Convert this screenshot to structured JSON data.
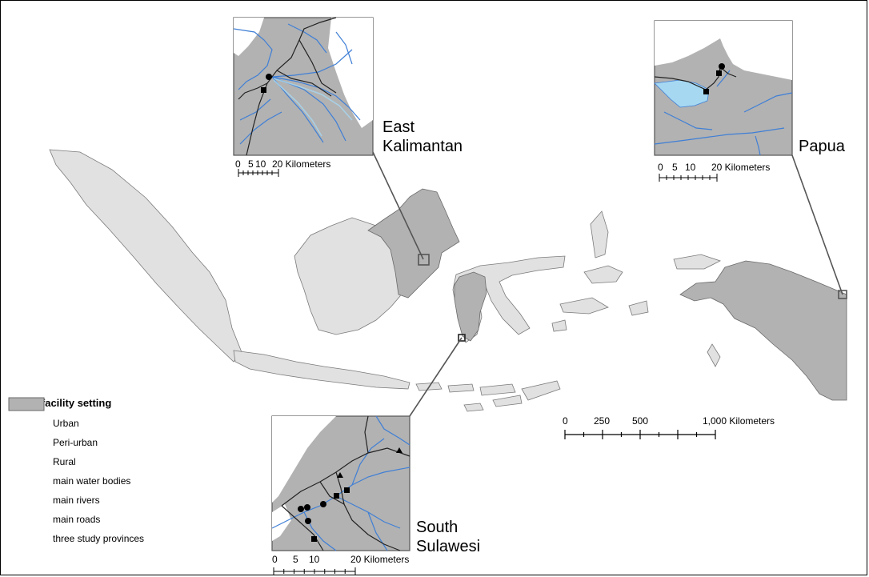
{
  "labels": {
    "east_kalimantan_1": "East",
    "east_kalimantan_2": "Kalimantan",
    "papua": "Papua",
    "south_sulawesi_1": "South",
    "south_sulawesi_2": "Sulawesi"
  },
  "scales": {
    "main": {
      "ticks": [
        "0",
        "250",
        "500",
        "1,000 Kilometers"
      ]
    },
    "east_kalimantan": {
      "ticks": [
        "0",
        "5",
        "10",
        "20 Kilometers"
      ]
    },
    "papua": {
      "ticks": [
        "0",
        "5",
        "10",
        "20 Kilometers"
      ]
    },
    "south_sulawesi": {
      "ticks": [
        "0",
        "5",
        "10",
        "20 Kilometers"
      ]
    }
  },
  "legend": {
    "title": "health facility setting",
    "items": [
      {
        "symbol": "circle",
        "label": "Urban"
      },
      {
        "symbol": "square",
        "label": "Peri-urban"
      },
      {
        "symbol": "triangle",
        "label": "Rural"
      },
      {
        "symbol": "water",
        "label": "main water bodies"
      },
      {
        "symbol": "river",
        "label": "main rivers"
      },
      {
        "symbol": "road",
        "label": "main roads"
      },
      {
        "symbol": "province",
        "label": "three study provinces"
      }
    ]
  },
  "colors": {
    "land": "#e1e1e1",
    "province": "#b2b2b2",
    "water": "#a6d8f2",
    "river": "#3f7fd6",
    "road": "#222222",
    "outline": "#7a7a7a"
  }
}
